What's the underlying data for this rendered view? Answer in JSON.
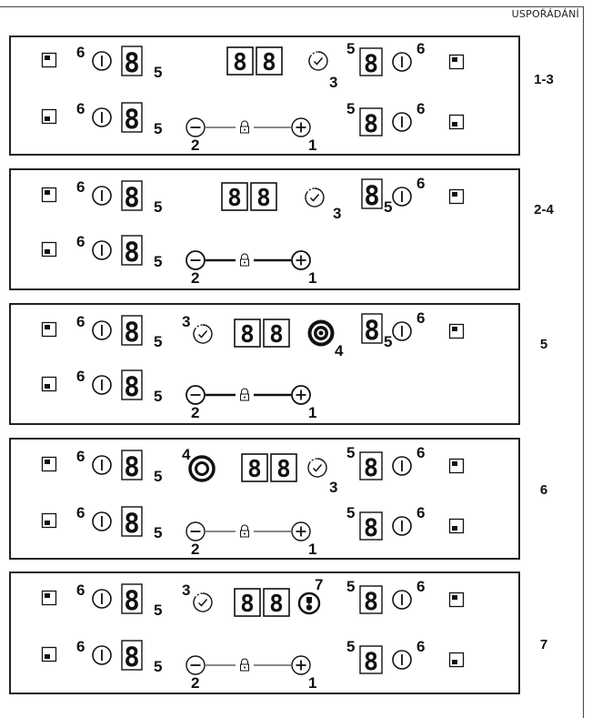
{
  "header": "USPOŘÁDÁNÍ",
  "panels": [
    {
      "id": "p1",
      "label": "1-3",
      "top": {
        "left": [
          "zone",
          "n6",
          "power",
          "seg",
          "n5"
        ],
        "middle": [
          "seg2",
          "timer",
          "n3"
        ],
        "right": [
          "n5",
          "seg",
          "power",
          "n6",
          "zone"
        ]
      },
      "bottom": {
        "left": [
          "zone",
          "n6",
          "power",
          "seg",
          "n5"
        ],
        "middle": [
          "minus-thin",
          "n2",
          "plus-thin",
          "n1"
        ],
        "right": [
          "n5",
          "seg",
          "power",
          "n6",
          "zone"
        ]
      }
    },
    {
      "id": "p2",
      "label": "2-4",
      "top": {
        "left": [
          "zone",
          "n6",
          "power",
          "seg",
          "n5"
        ],
        "middle": [
          "seg2",
          "timer",
          "n3"
        ],
        "right": [
          "seg",
          "n5",
          "power",
          "n6",
          "zone"
        ]
      },
      "bottom": {
        "left": [
          "zone",
          "n6",
          "power",
          "seg",
          "n5"
        ],
        "middle": [
          "minus-thick",
          "n2",
          "plus-thick",
          "n1"
        ],
        "right": []
      }
    },
    {
      "id": "p3",
      "label": "5",
      "top": {
        "left": [
          "zone",
          "n6",
          "power",
          "seg",
          "n5"
        ],
        "middle": [
          "n3",
          "timer",
          "seg2",
          "booster-filled",
          "n4"
        ],
        "right": [
          "seg",
          "n5",
          "power",
          "n6",
          "zone"
        ]
      },
      "bottom": {
        "left": [
          "zone",
          "n6",
          "power",
          "seg",
          "n5"
        ],
        "middle": [
          "minus-thick",
          "n2",
          "plus-thick",
          "n1"
        ],
        "right": []
      }
    },
    {
      "id": "p4",
      "label": "6",
      "top": {
        "left": [
          "zone",
          "n6",
          "power",
          "seg",
          "n5"
        ],
        "middle": [
          "n4",
          "booster-ring",
          "seg2",
          "timer",
          "n3"
        ],
        "right": [
          "n5",
          "seg",
          "power",
          "n6",
          "zone"
        ]
      },
      "bottom": {
        "left": [
          "zone",
          "n6",
          "power",
          "seg",
          "n5"
        ],
        "middle": [
          "minus-thin",
          "n2",
          "plus-thin",
          "n1"
        ],
        "right": [
          "n5",
          "seg",
          "power",
          "n6",
          "zone"
        ]
      }
    },
    {
      "id": "p5",
      "label": "7",
      "top": {
        "left": [
          "zone",
          "n6",
          "power",
          "seg",
          "n5"
        ],
        "middle": [
          "n3",
          "timer",
          "seg2",
          "keep-warm",
          "n7"
        ],
        "right": [
          "n5",
          "seg",
          "power",
          "n6",
          "zone"
        ]
      },
      "bottom": {
        "left": [
          "zone",
          "n6",
          "power",
          "seg",
          "n5"
        ],
        "middle": [
          "minus-thin",
          "n2",
          "plus-thin",
          "n1"
        ],
        "right": [
          "n5",
          "seg",
          "power",
          "n6",
          "zone"
        ]
      }
    }
  ],
  "numbers": {
    "n1": "1",
    "n2": "2",
    "n3": "3",
    "n4": "4",
    "n5": "5",
    "n6": "6",
    "n7": "7"
  },
  "digit_glyph": "8"
}
